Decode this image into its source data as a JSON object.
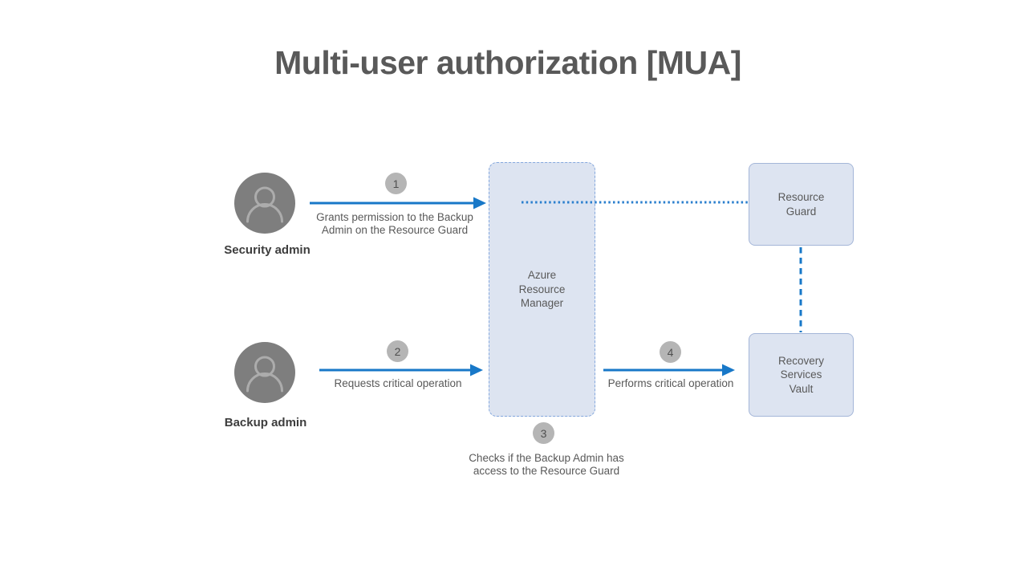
{
  "title": "Multi-user authorization [MUA]",
  "colors": {
    "arrow_blue": "#1878c8",
    "dotted_blue": "#2b7fce",
    "node_fill": "#dde4f1",
    "node_border_solid": "#a4b6d8",
    "node_border_dashed": "#83a7dd",
    "badge_fill": "#b5b5b5",
    "badge_text": "#4f4f4f",
    "title_gray": "#595959",
    "label_gray": "#595959",
    "actor_label_gray": "#3d3d3d",
    "avatar_gray": "#7e7e7e",
    "avatar_glyph_gray": "#acacac"
  },
  "actors": [
    {
      "name": "Security admin",
      "icon": "person-icon"
    },
    {
      "name": "Backup admin",
      "icon": "person-icon"
    }
  ],
  "nodes": {
    "arm": {
      "label": "Azure\nResource\nManager"
    },
    "resource_guard": {
      "label": "Resource\nGuard"
    },
    "recovery_vault": {
      "label": "Recovery\nServices\nVault"
    }
  },
  "steps": [
    {
      "number": "1",
      "label": "Grants permission to the Backup\nAdmin on the Resource Guard"
    },
    {
      "number": "2",
      "label": "Requests critical operation"
    },
    {
      "number": "3",
      "label": "Checks if the Backup Admin has\naccess to the Resource Guard"
    },
    {
      "number": "4",
      "label": "Performs critical operation"
    }
  ]
}
